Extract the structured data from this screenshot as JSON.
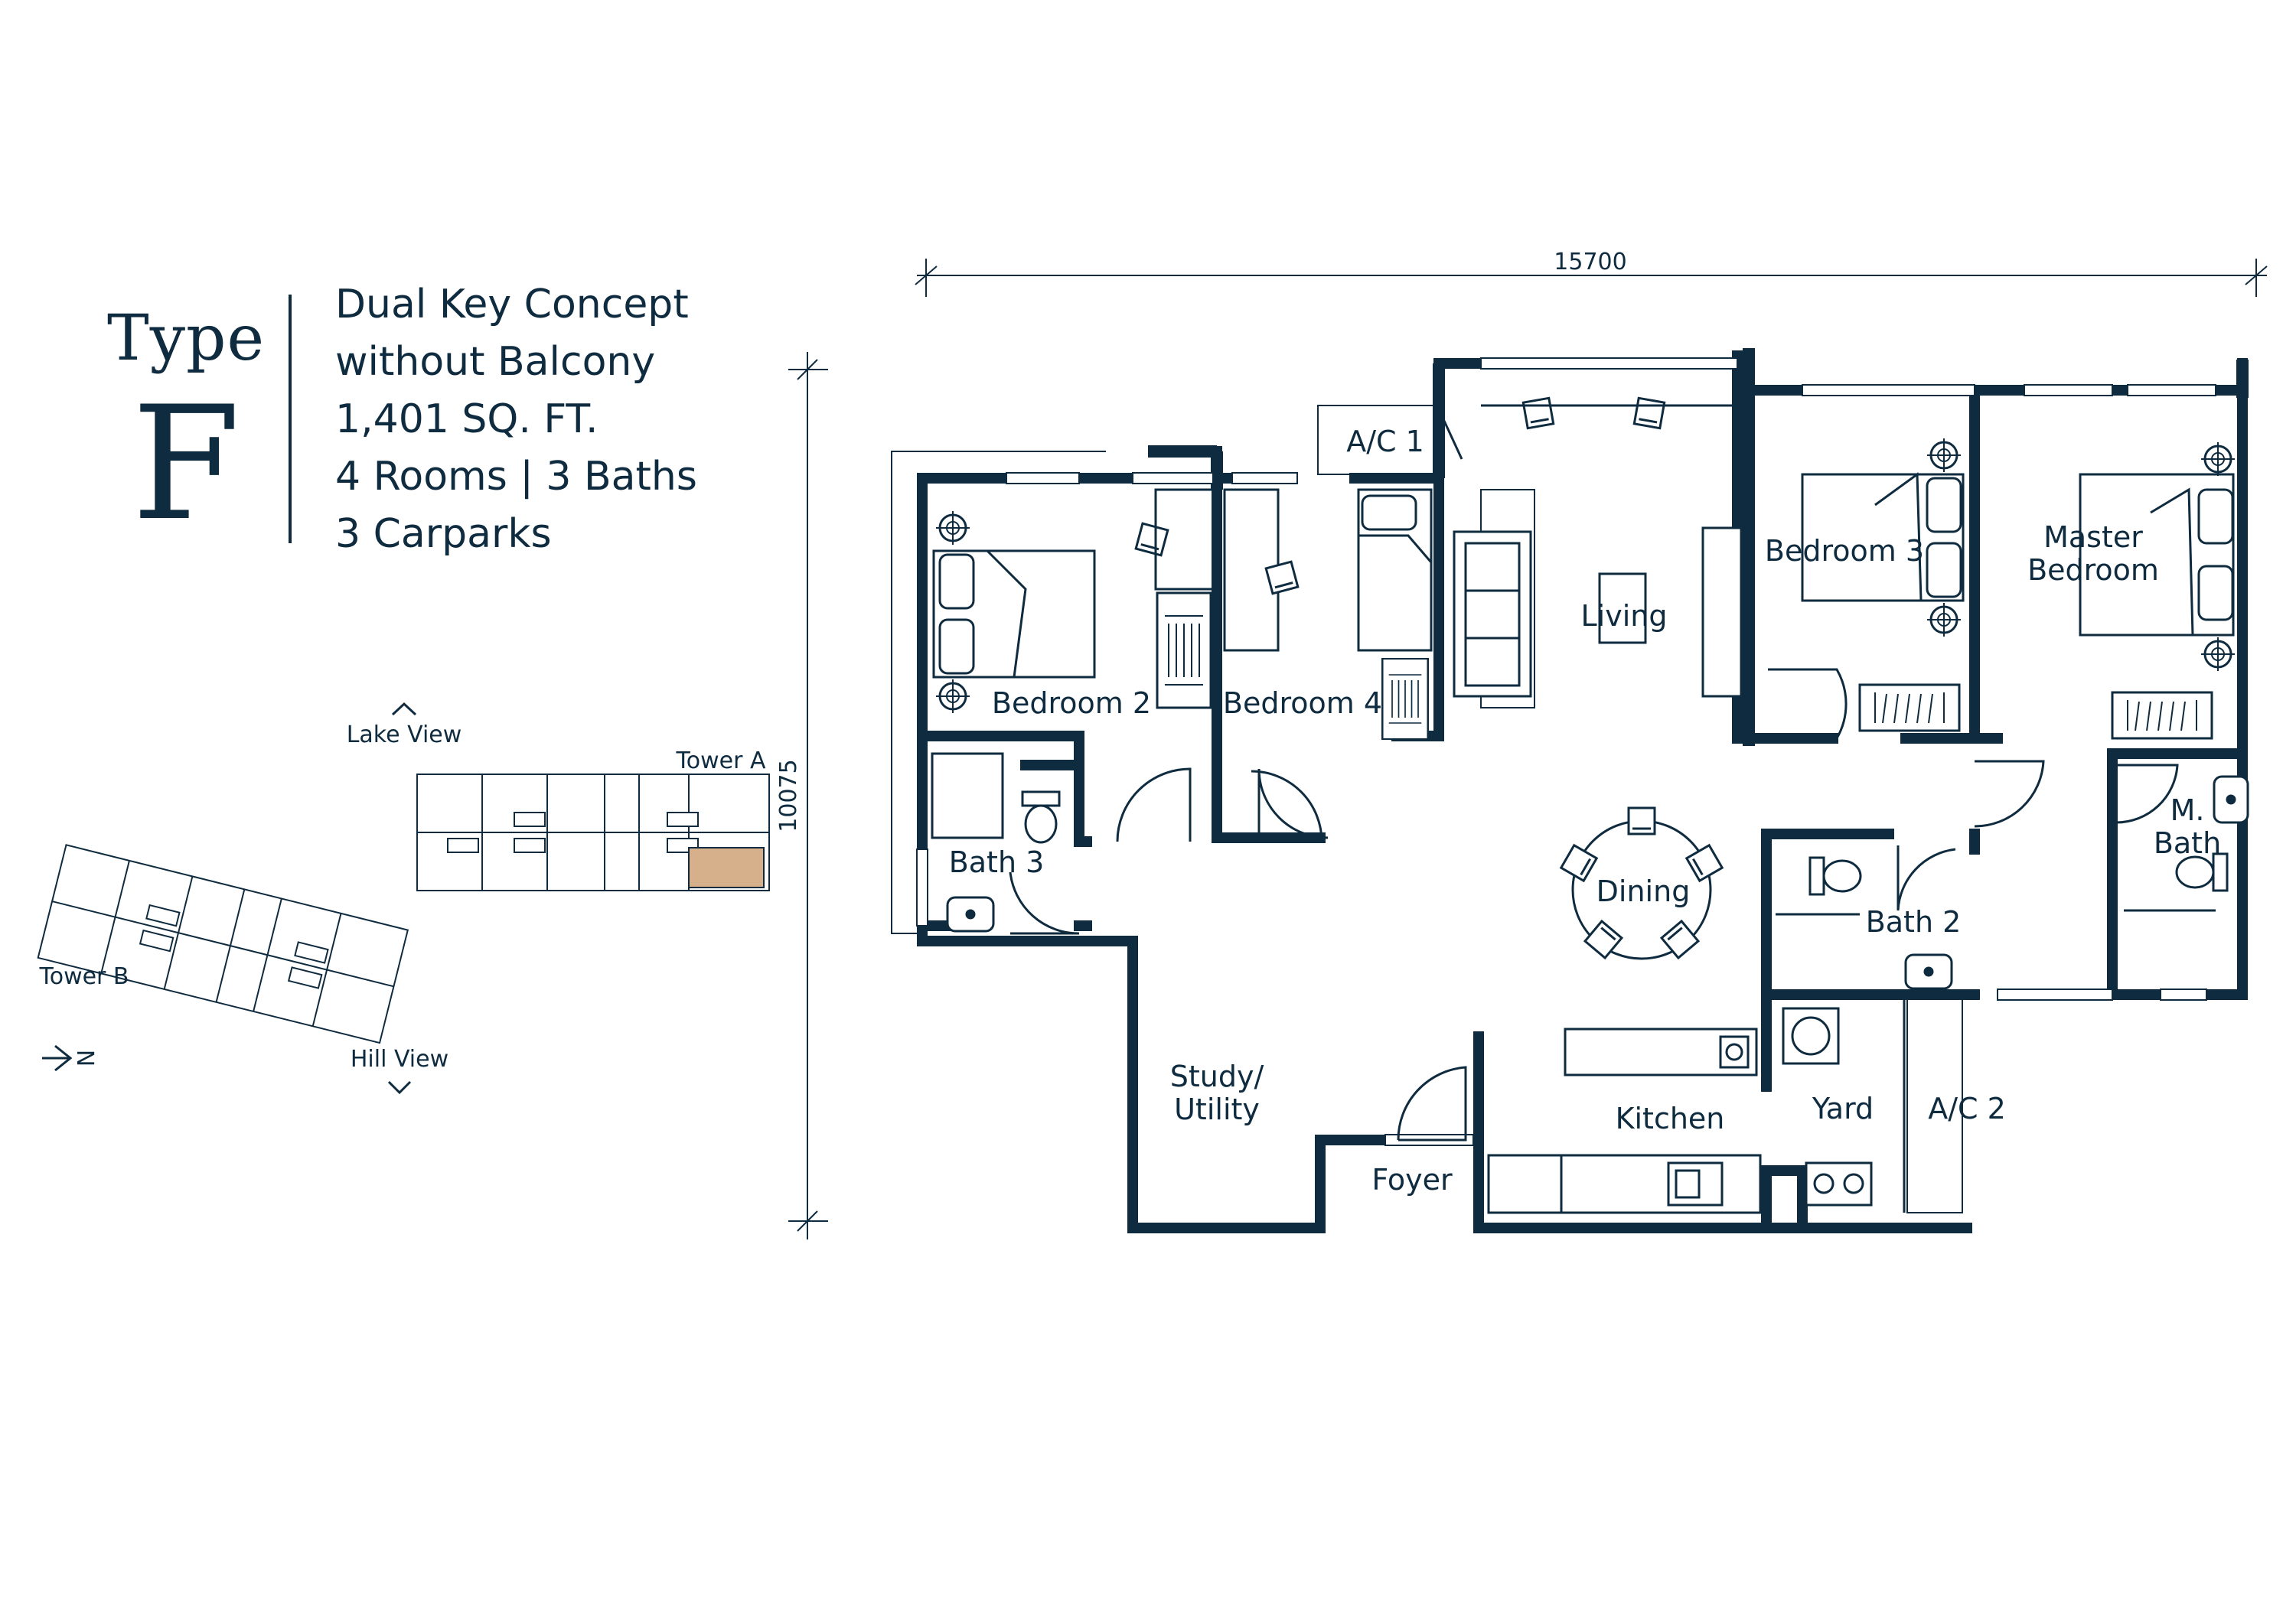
{
  "header": {
    "type_word": "Type",
    "type_letter": "F",
    "specs": [
      "Dual Key Concept",
      "without Balcony",
      "1,401 SQ. FT.",
      "4 Rooms | 3 Baths",
      "3 Carparks"
    ]
  },
  "key_plan": {
    "lake_view": "Lake View",
    "hill_view": "Hill View",
    "tower_a": "Tower A",
    "tower_b": "Tower B",
    "north_label": "N",
    "highlight_color": "#d6b08a"
  },
  "dimensions": {
    "width": "15700",
    "depth": "10075"
  },
  "rooms": {
    "ac1": "A/C 1",
    "living": "Living",
    "bedroom3": "Bedroom 3",
    "master_line1": "Master",
    "master_line2": "Bedroom",
    "bedroom2": "Bedroom 2",
    "bedroom4": "Bedroom 4",
    "bath3": "Bath 3",
    "dining": "Dining",
    "bath2": "Bath 2",
    "mbath_line1": "M.",
    "mbath_line2": "Bath",
    "study_line1": "Study/",
    "study_line2": "Utility",
    "foyer": "Foyer",
    "kitchen": "Kitchen",
    "yard": "Yard",
    "ac2": "A/C 2"
  },
  "colors": {
    "wall": "#0f2b3f",
    "line": "#0f2b3f"
  }
}
